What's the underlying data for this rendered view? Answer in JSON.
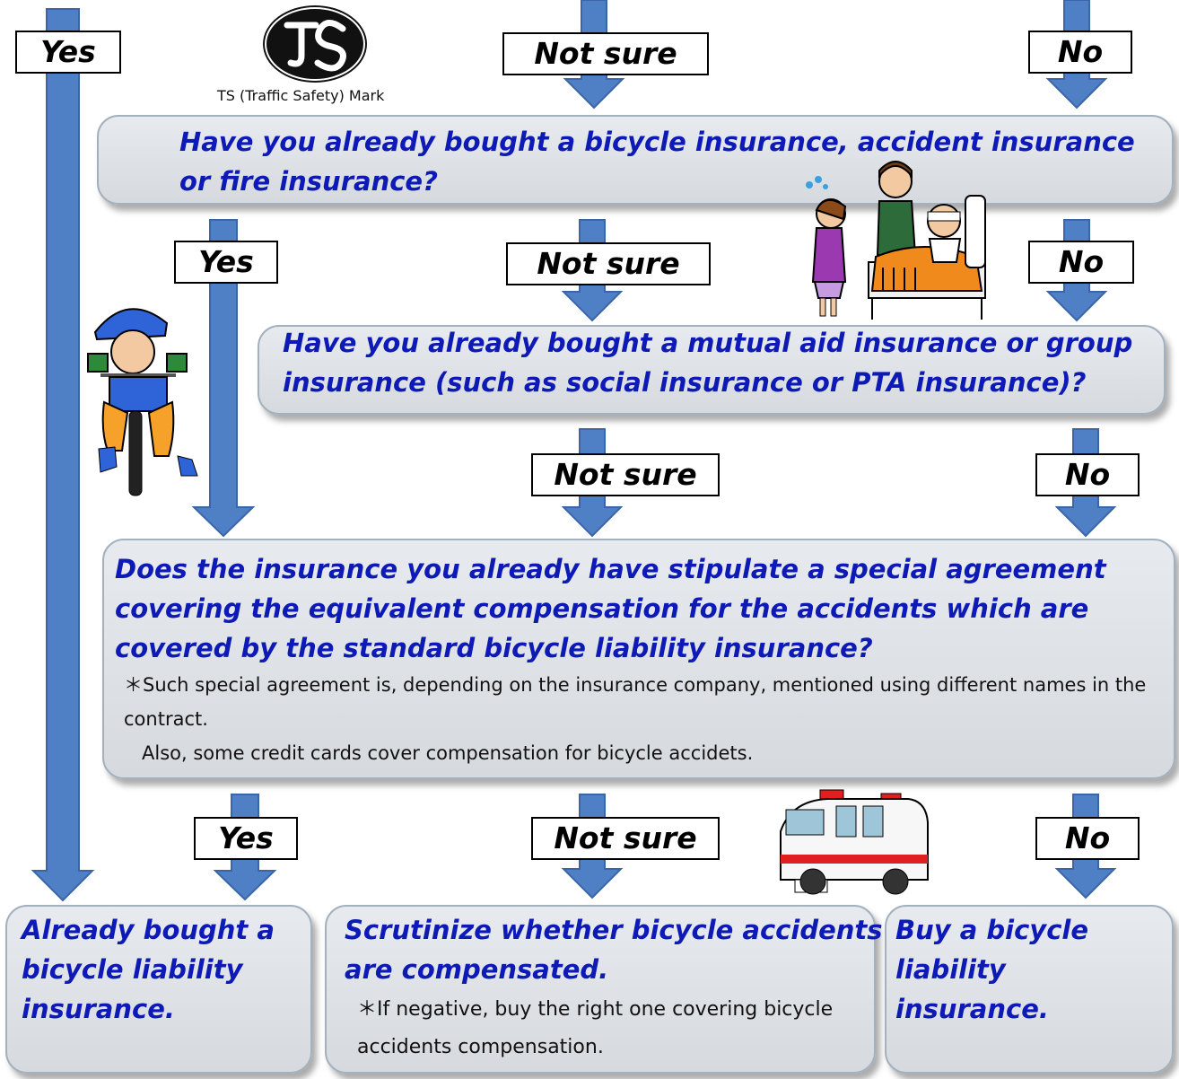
{
  "ts_mark": {
    "caption": "TS (Traffic Safety) Mark",
    "logo_text": "TS"
  },
  "level1": {
    "yes": "Yes",
    "not_sure": "Not sure",
    "no": "No"
  },
  "question1": "Have you already bought a bicycle insurance, accident insurance or fire insurance?",
  "level2": {
    "yes": "Yes",
    "not_sure": "Not sure",
    "no": "No"
  },
  "question2": "Have you already bought a mutual aid insurance or group insurance (such as social insurance or PTA insurance)?",
  "level3": {
    "not_sure": "Not sure",
    "no": "No"
  },
  "question3": {
    "text": "Does the insurance you already have stipulate a special agreement covering the equivalent compensation for the accidents which are covered by the standard bicycle liability insurance?",
    "note1": "＊Such special agreement is, depending on the insurance company, mentioned using different names in the contract.",
    "note2": "Also, some credit cards cover compensation for bicycle accidets."
  },
  "level4": {
    "yes": "Yes",
    "not_sure": "Not sure",
    "no": "No"
  },
  "outcomes": {
    "already": "Already bought a bicycle liability insurance.",
    "scrutinize": "Scrutinize whether bicycle accidents are compensated.",
    "scrutinize_note": "＊If negative, buy the right one covering bicycle accidents compensation.",
    "buy": "Buy a bicycle liability insurance."
  },
  "colors": {
    "arrow": "#4f7fc4",
    "arrow_border": "#3a66a8",
    "question_text": "#0d1ab6",
    "box_fill": "#dde1e5"
  }
}
